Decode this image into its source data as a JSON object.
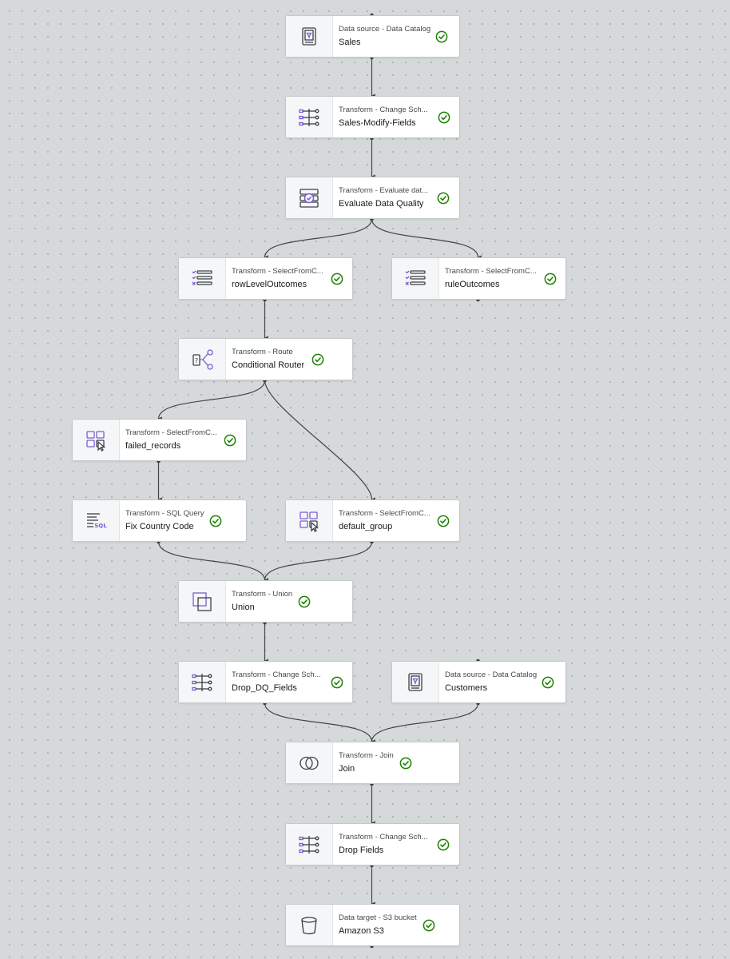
{
  "colors": {
    "canvas": "#d5d9da",
    "edge": "#3f4447",
    "node_border": "#c4c9cc",
    "status_success": "#1d8102",
    "icon_stroke": "#3b4046",
    "icon_accent": "#7b5cd6"
  },
  "nodes": [
    {
      "id": "n1",
      "kind": "Data source - Data Catalog",
      "title": "Sales",
      "icon": "catalog-icon",
      "status": "success-check-icon"
    },
    {
      "id": "n2",
      "kind": "Transform - Change Sch...",
      "title": "Sales-Modify-Fields",
      "icon": "change-schema-icon",
      "status": "success-check-icon"
    },
    {
      "id": "n3",
      "kind": "Transform - Evaluate dat...",
      "title": "Evaluate Data Quality",
      "icon": "data-quality-icon",
      "status": "success-check-icon"
    },
    {
      "id": "n4",
      "kind": "Transform - SelectFromC...",
      "title": "rowLevelOutcomes",
      "icon": "select-list-icon",
      "status": "success-check-icon"
    },
    {
      "id": "n5",
      "kind": "Transform - SelectFromC...",
      "title": "ruleOutcomes",
      "icon": "select-list-icon",
      "status": "success-check-icon"
    },
    {
      "id": "n6",
      "kind": "Transform - Route",
      "title": "Conditional Router",
      "icon": "route-icon",
      "status": "success-check-icon"
    },
    {
      "id": "n7",
      "kind": "Transform - SelectFromC...",
      "title": "failed_records",
      "icon": "select-grid-icon",
      "status": "success-check-icon"
    },
    {
      "id": "n8",
      "kind": "Transform - SQL Query",
      "title": "Fix Country Code",
      "icon": "sql-icon",
      "status": "success-check-icon"
    },
    {
      "id": "n9",
      "kind": "Transform - SelectFromC...",
      "title": "default_group",
      "icon": "select-grid-icon",
      "status": "success-check-icon"
    },
    {
      "id": "n10",
      "kind": "Transform - Union",
      "title": "Union",
      "icon": "union-icon",
      "status": "success-check-icon"
    },
    {
      "id": "n11",
      "kind": "Transform - Change Sch...",
      "title": "Drop_DQ_Fields",
      "icon": "change-schema-icon",
      "status": "success-check-icon"
    },
    {
      "id": "n12",
      "kind": "Data source - Data Catalog",
      "title": "Customers",
      "icon": "catalog-icon",
      "status": "success-check-icon"
    },
    {
      "id": "n13",
      "kind": "Transform - Join",
      "title": "Join",
      "icon": "join-icon",
      "status": "success-check-icon"
    },
    {
      "id": "n14",
      "kind": "Transform - Change Sch...",
      "title": "Drop Fields",
      "icon": "change-schema-icon",
      "status": "success-check-icon"
    },
    {
      "id": "n15",
      "kind": "Data target - S3 bucket",
      "title": "Amazon S3",
      "icon": "s3-bucket-icon",
      "status": "success-check-icon"
    }
  ],
  "edges": [
    {
      "from": "n1",
      "to": "n2"
    },
    {
      "from": "n2",
      "to": "n3"
    },
    {
      "from": "n3",
      "to": "n4"
    },
    {
      "from": "n3",
      "to": "n5"
    },
    {
      "from": "n4",
      "to": "n6"
    },
    {
      "from": "n6",
      "to": "n7"
    },
    {
      "from": "n6",
      "to": "n9"
    },
    {
      "from": "n7",
      "to": "n8"
    },
    {
      "from": "n8",
      "to": "n10"
    },
    {
      "from": "n9",
      "to": "n10"
    },
    {
      "from": "n10",
      "to": "n11"
    },
    {
      "from": "n11",
      "to": "n13"
    },
    {
      "from": "n12",
      "to": "n13"
    },
    {
      "from": "n13",
      "to": "n14"
    },
    {
      "from": "n14",
      "to": "n15"
    }
  ]
}
